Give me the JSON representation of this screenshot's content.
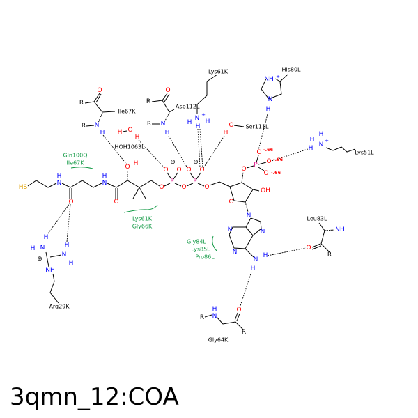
{
  "title": "3qmn_12:COA",
  "atoms": {
    "O": "O",
    "N": "N",
    "H": "H",
    "P": "P",
    "HS": "HS",
    "OH": "OH",
    "NH": "NH",
    "R": "R",
    "minus": "⊖",
    "plus": "⊕",
    "cplus": "+",
    "charge": "-.66"
  },
  "residues": {
    "ile67k": "Ile67K",
    "asp112l": "Asp112L",
    "lys61k": "Lys61K",
    "his80l": "His80L",
    "ser111l": "Ser111L",
    "hoh": "HOH1063L",
    "lys51l": "Lys51L",
    "leu83l": "Leu83L",
    "gly64k": "Gly64K",
    "arg29k": "Arg29K"
  },
  "hydrophobic": {
    "a1": "Gln100Q",
    "a2": "Ile67K",
    "b1": "Lys61K",
    "b2": "Gly66K",
    "c1": "Gly84L",
    "c2": "Lys85L",
    "c3": "Pro86L"
  },
  "colors": {
    "oxygen": "#ff0000",
    "nitrogen": "#0000ff",
    "phosphorus": "#e0158a",
    "sulfur": "#e0a000",
    "hydrophobic": "#119944"
  }
}
